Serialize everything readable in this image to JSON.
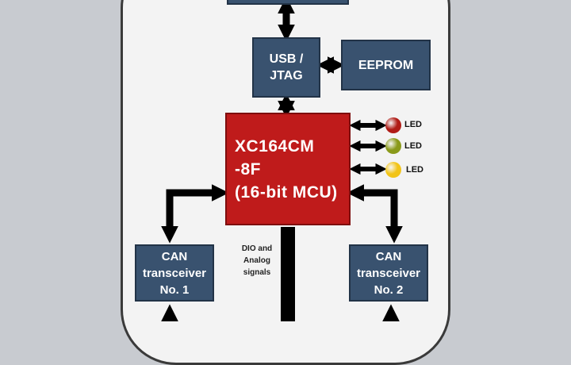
{
  "blocks": {
    "usb_jtag": "USB /\nJTAG",
    "eeprom": "EEPROM",
    "mcu": "XC164CM\n-8F\n(16-bit MCU)",
    "can1": "CAN\ntransceiver\nNo. 1",
    "can2": "CAN\ntransceiver\nNo. 2"
  },
  "leds": [
    {
      "label": "LED",
      "color": "#b01c16"
    },
    {
      "label": "LED",
      "color": "#8a9a1a"
    },
    {
      "label": "LED",
      "color": "#f2c418"
    }
  ],
  "note": "DIO and\nAnalog\nsignals",
  "colors": {
    "block": "#39526f",
    "mcu": "#bf1b1b",
    "wire": "#000000",
    "background": "#c8cbd0"
  }
}
